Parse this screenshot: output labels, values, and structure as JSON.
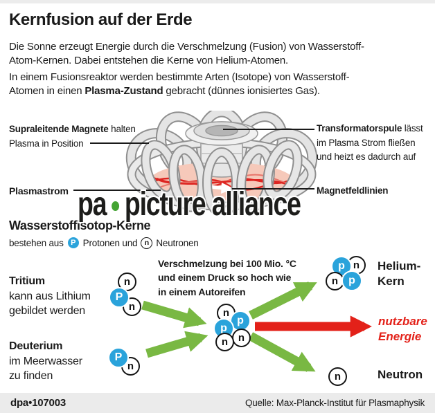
{
  "header": {
    "title": "Kernfusion auf der Erde",
    "intro1_line1": "Die Sonne erzeugt Energie durch die Verschmelzung (Fusion) von Wasserstoff-",
    "intro1_line2": "Atom-Kernen. Dabei entstehen die Kerne von Helium-Atomen.",
    "intro2_line1": "In einem Fusionsreaktor werden bestimmte Arten (Isotope) von Wasserstoff-",
    "intro2_line2_pre": "Atomen in einen ",
    "intro2_line2_bold": "Plasma-Zustand",
    "intro2_line2_post": " gebracht (dünnes ionisiertes Gas)."
  },
  "reactor": {
    "magnets_bold": "Supraleitende Magnete",
    "magnets_rest": " halten",
    "magnets_line2": "Plasma in Position",
    "plasma_current": "Plasmastrom",
    "transformer_bold": "Transformatorspule",
    "transformer_rest": " lässt",
    "transformer_line2": "im Plasma Strom fließen",
    "transformer_line3": "und heizt es dadurch auf",
    "field_lines": "Magnetfeldlinien"
  },
  "watermark": {
    "part1": "pa",
    "part2": "picture alliance",
    "dot_color": "#44a433"
  },
  "isotopes": {
    "heading": "Wasserstoffisotop-Kerne",
    "legend_pre": "bestehen aus",
    "legend_mid": "Protonen und",
    "legend_post": "Neutronen"
  },
  "fusion": {
    "conditions": [
      "Verschmelzung bei 100 Mio. °C",
      "und einem Druck so hoch wie",
      "in einem Autoreifen"
    ],
    "tritium": {
      "name": "Tritium",
      "desc1": "kann aus Lithium",
      "desc2": "gebildet werden"
    },
    "deuterium": {
      "name": "Deuterium",
      "desc1": "im Meerwasser",
      "desc2": "zu finden"
    },
    "helium_line1": "Helium-",
    "helium_line2": "Kern",
    "energy_line1": "nutzbare",
    "energy_line2": "Energie",
    "neutron_label": "Neutron"
  },
  "particles": {
    "legend_p": "P",
    "legend_n": "n",
    "tritium": [
      "n",
      "n",
      "P"
    ],
    "deuterium": [
      "n",
      "P"
    ],
    "core": [
      "n",
      "p",
      "p",
      "n",
      "n"
    ],
    "helium": [
      "n",
      "p",
      "n",
      "p"
    ],
    "free_neutron": "n"
  },
  "colors": {
    "proton_blue": "#2aa3db",
    "arrow_green": "#79b843",
    "arrow_red": "#e32119",
    "energy_red": "#e32119",
    "watermark_dot_green": "#44a433",
    "footer_bar": "#ebebeb"
  },
  "footer": {
    "id": "dpa•107003",
    "source": "Quelle: Max-Planck-Institut für Plasmaphysik"
  }
}
